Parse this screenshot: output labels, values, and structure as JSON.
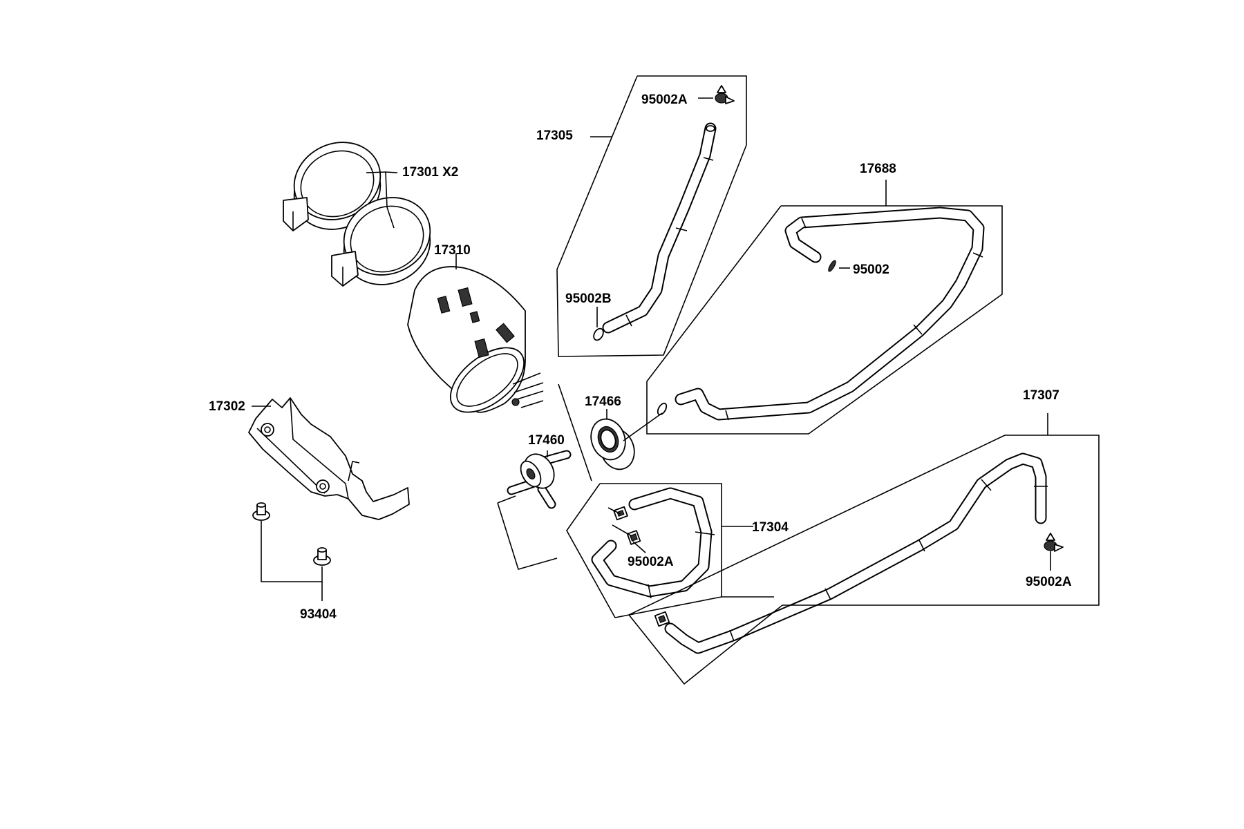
{
  "labels": {
    "p17301": "17301 X2",
    "p17310": "17310",
    "p17302": "17302",
    "p93404": "93404",
    "p17305": "17305",
    "p95002A_top": "95002A",
    "p95002B": "95002B",
    "p17688": "17688",
    "p95002": "95002",
    "p17466": "17466",
    "p17460": "17460",
    "p17304": "17304",
    "p95002A_mid": "95002A",
    "p17307": "17307",
    "p95002A_right": "95002A"
  }
}
